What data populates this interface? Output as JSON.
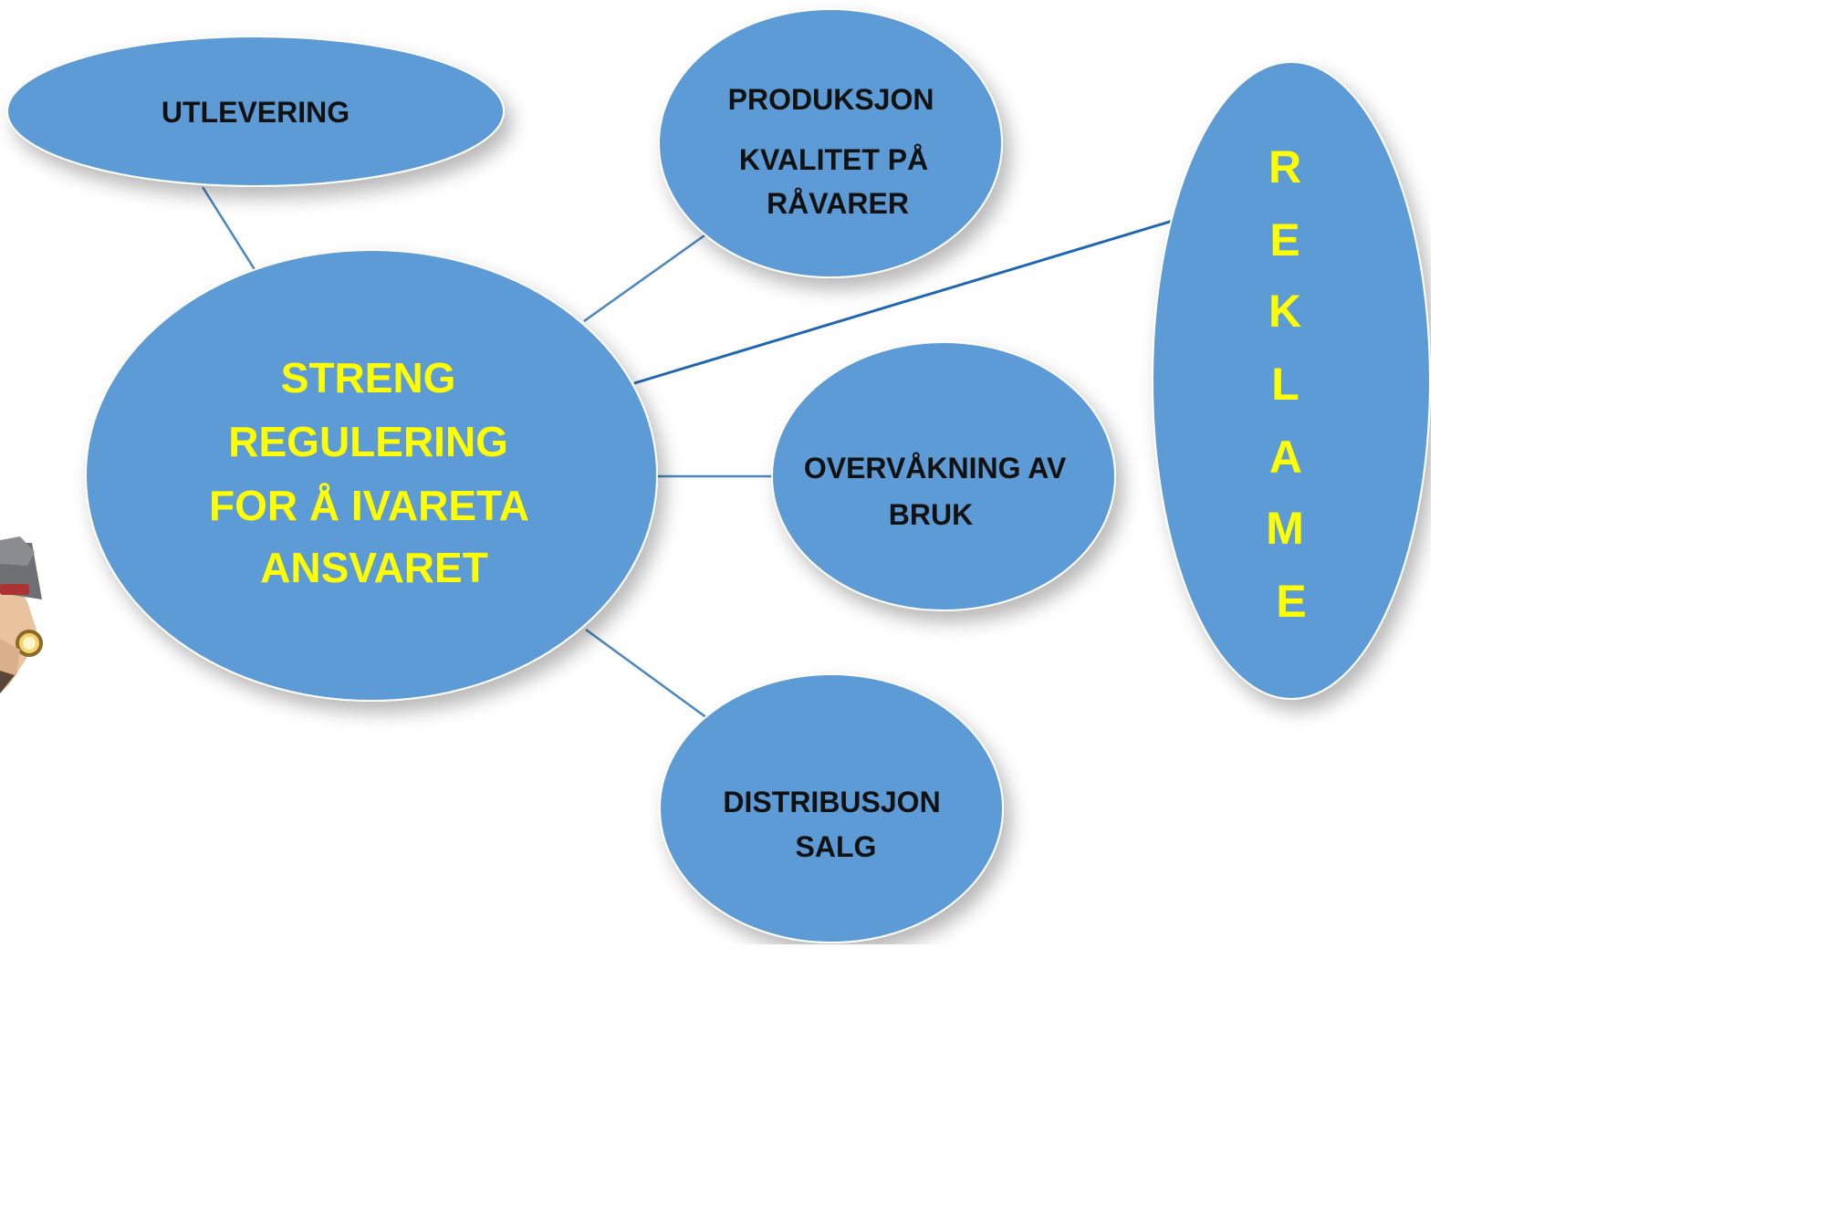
{
  "center": {
    "lines": [
      "STRENG",
      "REGULERING",
      "FOR Å IVARETA",
      "ANSVARET"
    ]
  },
  "nodes": {
    "utlevering": {
      "lines": [
        "UTLEVERING"
      ]
    },
    "produksjon": {
      "lines": [
        "PRODUKSJON",
        "KVALITET PÅ",
        "RÅVARER"
      ]
    },
    "overvakning": {
      "lines": [
        "OVERVÅKNING AV",
        "BRUK"
      ]
    },
    "distribusjon": {
      "lines": [
        "DISTRIBUSJON",
        "SALG"
      ]
    },
    "reklame": {
      "letters": [
        "R",
        "E",
        "K",
        "L",
        "A",
        "M",
        "E"
      ]
    }
  },
  "colors": {
    "node_fill": "#5b9bd5",
    "center_text": "#ffff00",
    "node_text": "#111111",
    "link": "#4a86c0",
    "link_dark": "#1f66b3"
  },
  "icons": {
    "detective": "detective-icon"
  }
}
